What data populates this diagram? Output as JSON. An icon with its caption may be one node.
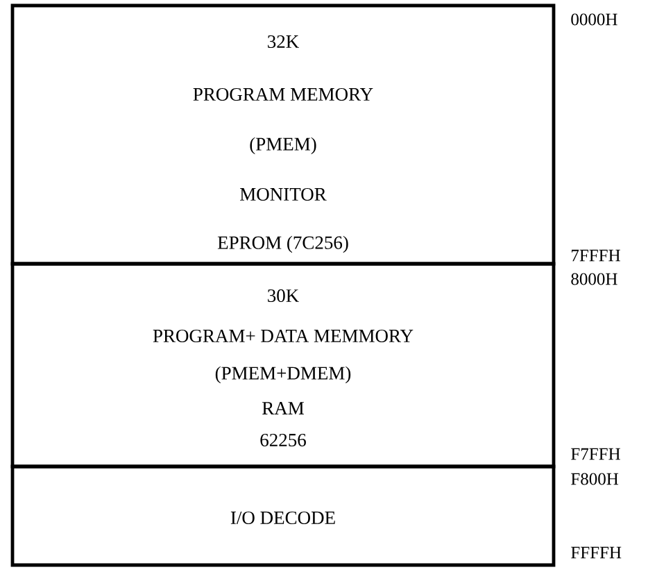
{
  "diagram": {
    "nodes": [
      {
        "text": [
          "32K",
          "PROGRAM MEMORY",
          "(PMEM)",
          "MONITOR",
          "EPROM (7C256)"
        ]
      },
      {
        "text": [
          "30K",
          "PROGRAM+ DATA MEMMORY",
          "(PMEM+DMEM)",
          "RAM",
          "62256"
        ]
      },
      {
        "text": [
          "I/O DECODE"
        ]
      }
    ],
    "labels": [
      "0000H",
      "7FFFH",
      "8000H",
      "F7FFH",
      "F800H",
      "FFFFH"
    ]
  }
}
